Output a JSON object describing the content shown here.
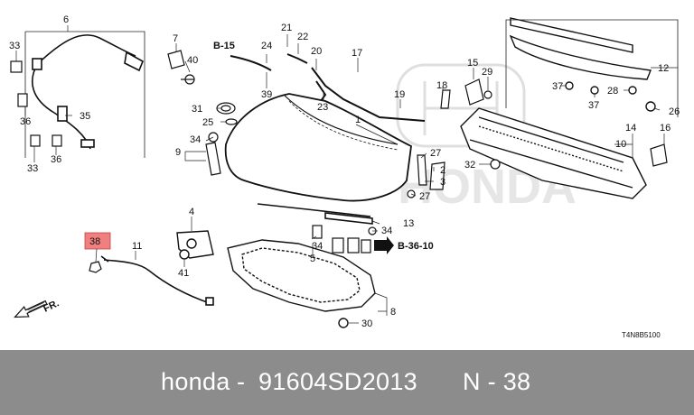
{
  "diagram": {
    "labels": [
      {
        "id": "l6",
        "text": "6"
      },
      {
        "id": "l33a",
        "text": "33"
      },
      {
        "id": "l36a",
        "text": "36"
      },
      {
        "id": "l35",
        "text": "35"
      },
      {
        "id": "l36b",
        "text": "36"
      },
      {
        "id": "l33b",
        "text": "33"
      },
      {
        "id": "l7",
        "text": "7"
      },
      {
        "id": "l40",
        "text": "40"
      },
      {
        "id": "l21",
        "text": "21"
      },
      {
        "id": "l22",
        "text": "22"
      },
      {
        "id": "l24",
        "text": "24"
      },
      {
        "id": "l17",
        "text": "17"
      },
      {
        "id": "l20",
        "text": "20"
      },
      {
        "id": "l39",
        "text": "39"
      },
      {
        "id": "l23",
        "text": "23"
      },
      {
        "id": "l19",
        "text": "19"
      },
      {
        "id": "l31",
        "text": "31"
      },
      {
        "id": "l25",
        "text": "25"
      },
      {
        "id": "l1",
        "text": "1"
      },
      {
        "id": "l34a",
        "text": "34"
      },
      {
        "id": "l9",
        "text": "9"
      },
      {
        "id": "l15",
        "text": "15"
      },
      {
        "id": "l29",
        "text": "29"
      },
      {
        "id": "l18",
        "text": "18"
      },
      {
        "id": "l12",
        "text": "12"
      },
      {
        "id": "l37a",
        "text": "37"
      },
      {
        "id": "l28",
        "text": "28"
      },
      {
        "id": "l37b",
        "text": "37"
      },
      {
        "id": "l26",
        "text": "26"
      },
      {
        "id": "l14",
        "text": "14"
      },
      {
        "id": "l10",
        "text": "10"
      },
      {
        "id": "l16",
        "text": "16"
      },
      {
        "id": "l27a",
        "text": "27"
      },
      {
        "id": "l2",
        "text": "2"
      },
      {
        "id": "l3",
        "text": "3"
      },
      {
        "id": "l32",
        "text": "32"
      },
      {
        "id": "l27b",
        "text": "27"
      },
      {
        "id": "l13",
        "text": "13"
      },
      {
        "id": "l34b",
        "text": "34"
      },
      {
        "id": "l34c",
        "text": "34"
      },
      {
        "id": "l5",
        "text": "5"
      },
      {
        "id": "l4",
        "text": "4"
      },
      {
        "id": "l41",
        "text": "41"
      },
      {
        "id": "l11",
        "text": "11"
      },
      {
        "id": "l38",
        "text": "38"
      },
      {
        "id": "l8",
        "text": "8"
      },
      {
        "id": "l30",
        "text": "30"
      }
    ],
    "ref_b15": "B-15",
    "ref_b3610": "B-36-10",
    "direction_label": "FR.",
    "drawing_code": "T4N8B5100",
    "highlight_color": "#f08080"
  },
  "footer": {
    "brand": "honda",
    "sep1": "-",
    "part_number": "91604SD2013",
    "position_label": "N - 38"
  }
}
